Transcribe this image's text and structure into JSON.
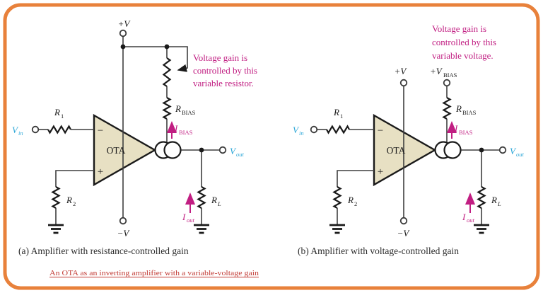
{
  "palette": {
    "border_orange": "#E8813B",
    "magenta": "#C11E82",
    "cyan": "#2FA8D8",
    "triangle_fill": "#E7E0C3",
    "link_red": "#C23B35"
  },
  "footer": {
    "link_text": "An OTA as an inverting amplifier with a variable-voltage gain"
  },
  "circuit_a": {
    "caption": "(a) Amplifier with resistance-controlled gain",
    "annotation": {
      "line1": "Voltage gain is",
      "line2": "controlled by this",
      "line3": "variable resistor."
    },
    "labels": {
      "v_plus": "+V",
      "v_minus": "−V",
      "ota": "OTA",
      "inv": "−",
      "noninv": "+",
      "vin": {
        "main": "V",
        "sub": "in"
      },
      "r1": {
        "main": "R",
        "sub": "1"
      },
      "r2": {
        "main": "R",
        "sub": "2"
      },
      "rbias": {
        "main": "R",
        "sub": "BIAS"
      },
      "ibias": {
        "main": "I",
        "sub": "BIAS"
      },
      "vout": {
        "main": "V",
        "sub": "out"
      },
      "rl": {
        "main": "R",
        "sub": "L"
      },
      "iout": {
        "main": "I",
        "sub": "out"
      }
    }
  },
  "circuit_b": {
    "caption": "(b) Amplifier with voltage-controlled gain",
    "annotation": {
      "line1": "Voltage gain is",
      "line2": "controlled by this",
      "line3": "variable voltage."
    },
    "labels": {
      "v_plus": "+V",
      "v_minus": "−V",
      "vbias": {
        "main": "+V",
        "sub": "BIAS"
      },
      "ota": "OTA",
      "inv": "−",
      "noninv": "+",
      "vin": {
        "main": "V",
        "sub": "in"
      },
      "r1": {
        "main": "R",
        "sub": "1"
      },
      "r2": {
        "main": "R",
        "sub": "2"
      },
      "rbias": {
        "main": "R",
        "sub": "BIAS"
      },
      "ibias": {
        "main": "I",
        "sub": "BIAS"
      },
      "vout": {
        "main": "V",
        "sub": "out"
      },
      "rl": {
        "main": "R",
        "sub": "L"
      },
      "iout": {
        "main": "I",
        "sub": "out"
      }
    }
  }
}
